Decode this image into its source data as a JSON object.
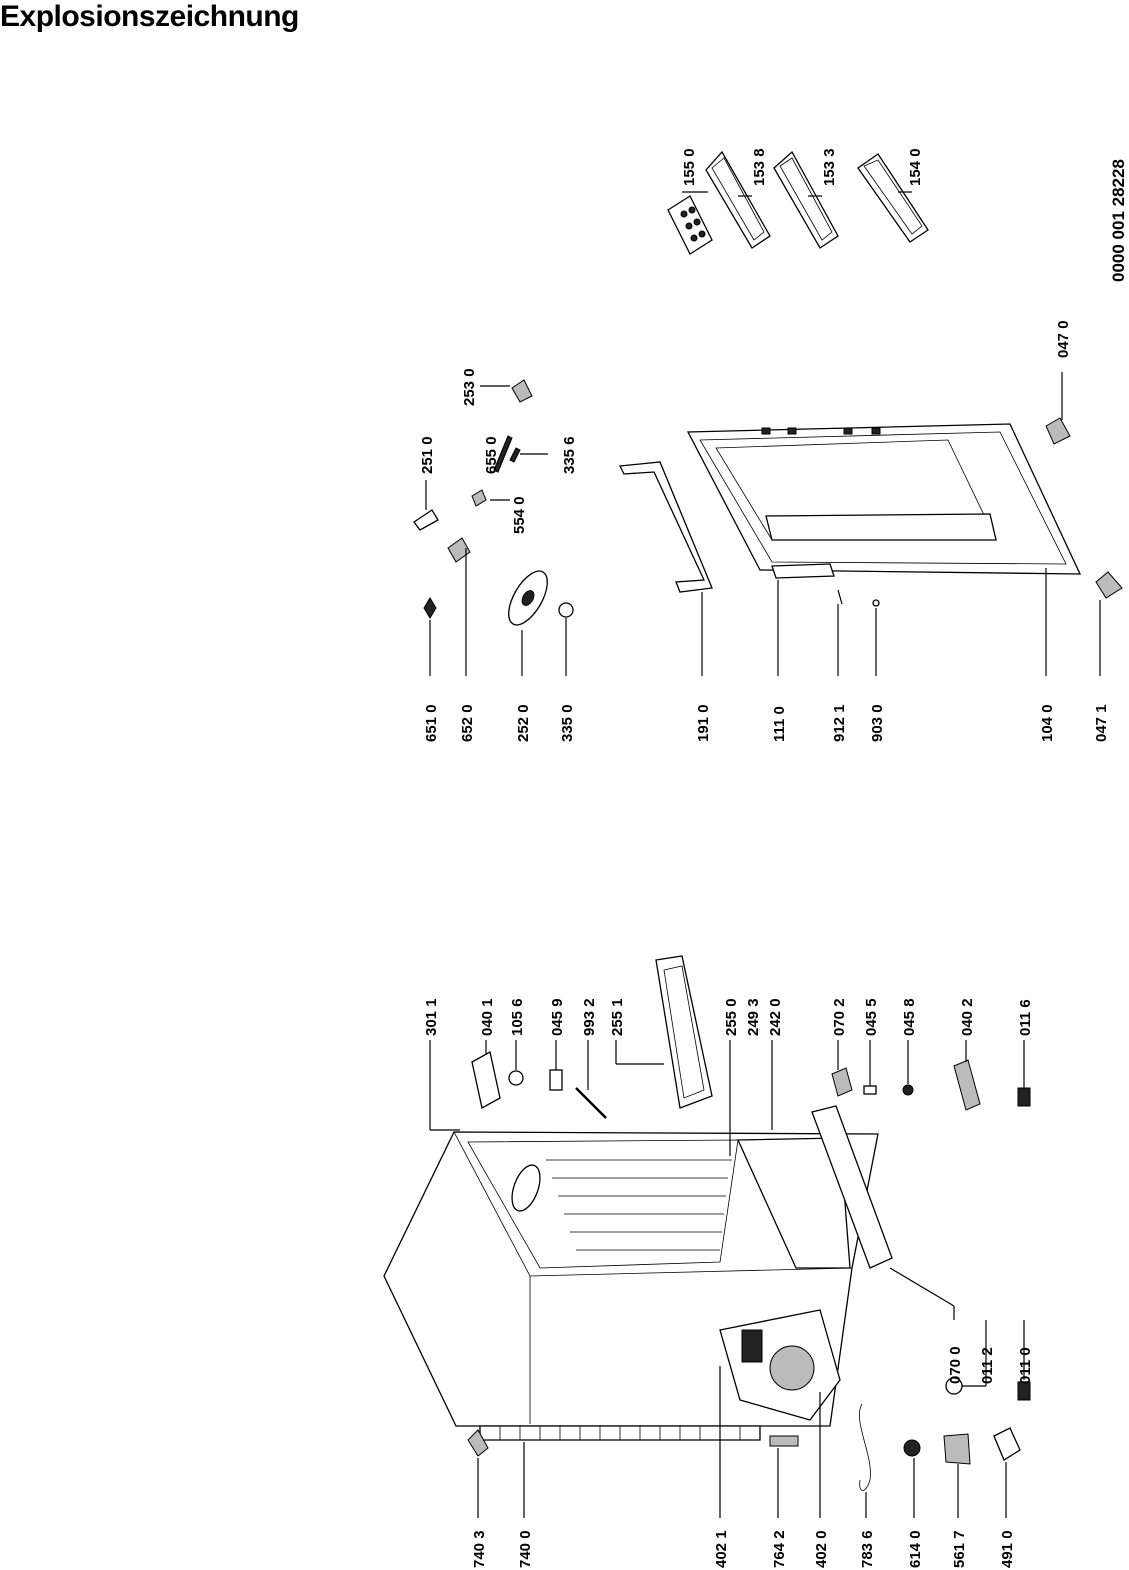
{
  "title": "Explosionszeichnung",
  "document_number": "0000 001 28228",
  "labels_right_group_bottom": [
    "740 3",
    "740 0",
    "402 1",
    "764 2",
    "402 0",
    "783 6",
    "614 0",
    "561 7",
    "491 0",
    "070 0",
    "011 2",
    "011 0"
  ],
  "labels_right_group_top": [
    "301 1",
    "040 1",
    "105 6",
    "045 9",
    "993 2",
    "255 1",
    "255 0",
    "249 3",
    "242 0",
    "070 2",
    "045 5",
    "045 8",
    "040 2",
    "011 6"
  ],
  "labels_mid_group": [
    "651 0",
    "652 0",
    "252 0",
    "335 0",
    "191 0",
    "111 0",
    "912 1",
    "903 0",
    "104 0",
    "047 1",
    "251 0",
    "554 0",
    "655 0",
    "335 6",
    "253 0",
    "047 0"
  ],
  "labels_top_group": [
    "155 0",
    "153 8",
    "153 3",
    "154 0"
  ]
}
